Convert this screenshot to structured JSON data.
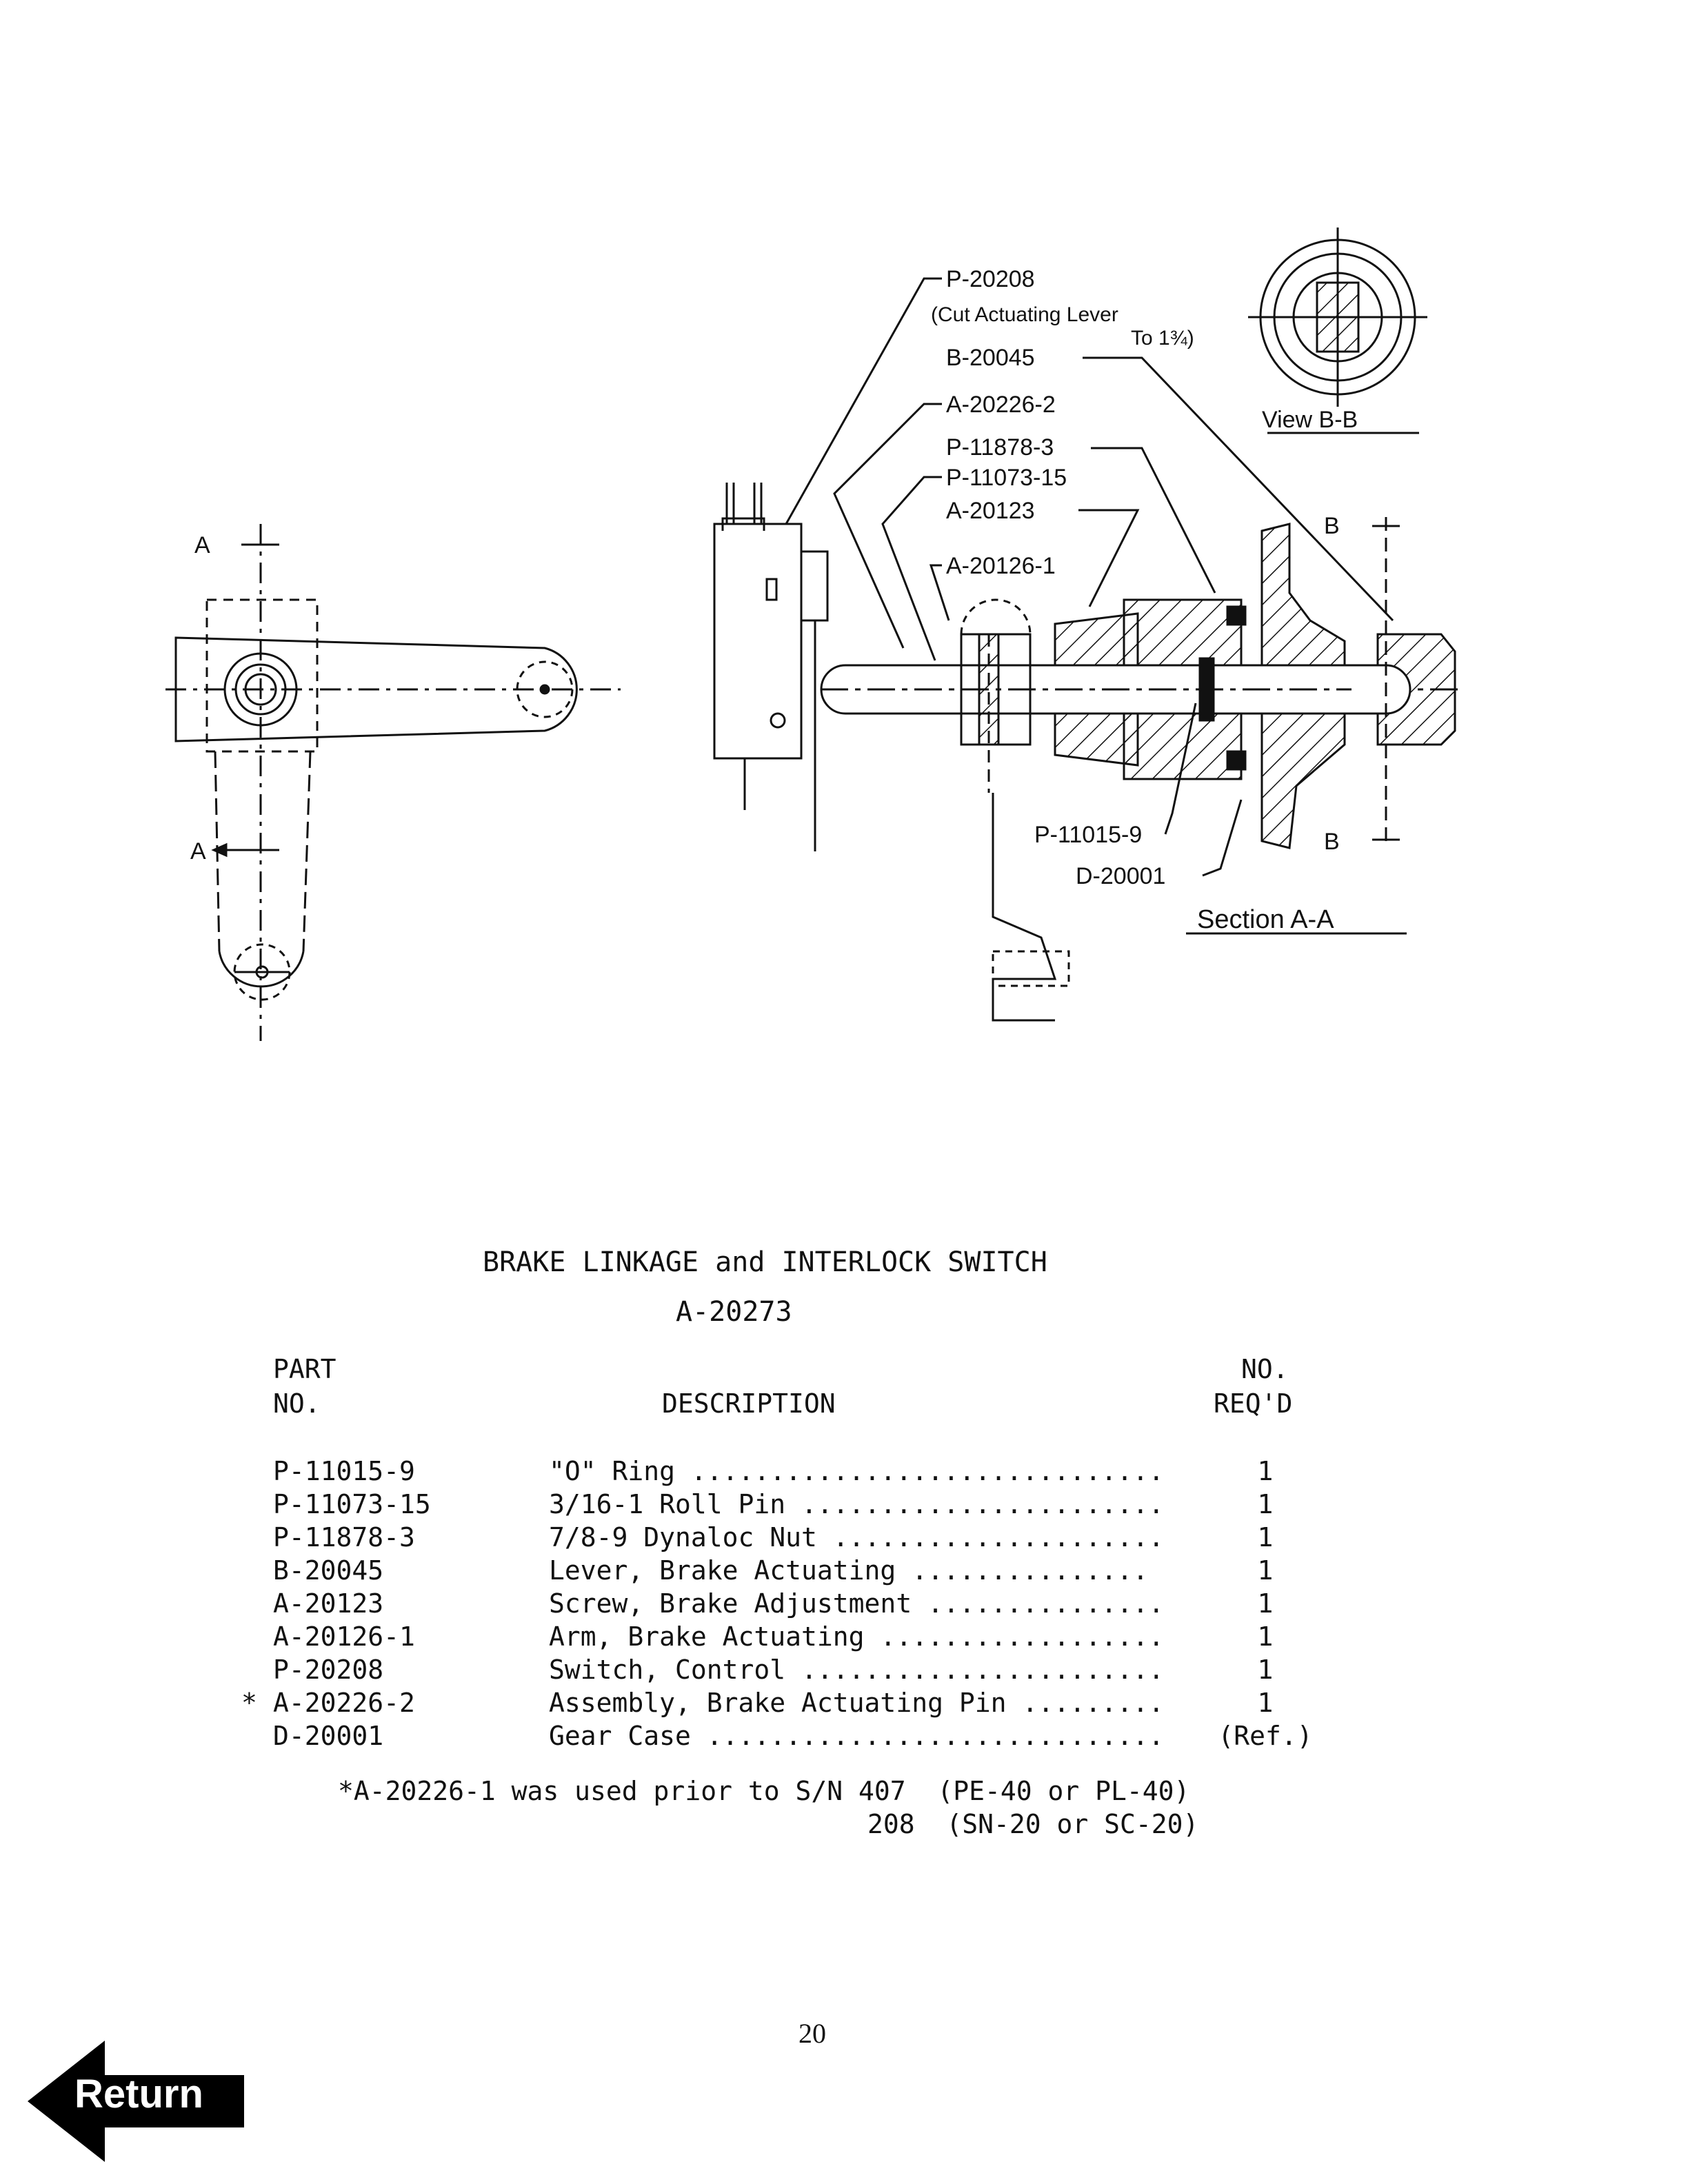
{
  "callouts": {
    "p20208": "P-20208",
    "cut_note_1": "(Cut Actuating Lever",
    "cut_note_2": "To 1¾)",
    "b20045": "B-20045",
    "a20226_2": "A-20226-2",
    "p11878_3": "P-11878-3",
    "p11073_15": "P-11073-15",
    "a20123": "A-20123",
    "a20126_1": "A-20126-1",
    "p11015_9": "P-11015-9",
    "d20001": "D-20001",
    "view_bb": "View B-B",
    "section_aa": "Section A-A",
    "marker_a": "A",
    "marker_b": "B"
  },
  "title": "BRAKE LINKAGE and INTERLOCK SWITCH",
  "assembly_no": "A-20273",
  "table": {
    "header_part_1": "PART",
    "header_part_2": "NO.",
    "header_desc": "DESCRIPTION",
    "header_qty_1": "NO.",
    "header_qty_2": "REQ'D",
    "rows": [
      {
        "mark": "",
        "part": "P-11015-9",
        "desc": "\"O\" Ring ..............................",
        "qty": "1"
      },
      {
        "mark": "",
        "part": "P-11073-15",
        "desc": "3/16-1 Roll Pin .......................",
        "qty": "1"
      },
      {
        "mark": "",
        "part": "P-11878-3",
        "desc": "7/8-9 Dynaloc Nut .....................",
        "qty": "1"
      },
      {
        "mark": "",
        "part": "B-20045",
        "desc": "Lever, Brake Actuating ...............",
        "qty": "1"
      },
      {
        "mark": "",
        "part": "A-20123",
        "desc": "Screw, Brake Adjustment ...............",
        "qty": "1"
      },
      {
        "mark": "",
        "part": "A-20126-1",
        "desc": "Arm, Brake Actuating ..................",
        "qty": "1"
      },
      {
        "mark": "",
        "part": "P-20208",
        "desc": "Switch, Control .......................",
        "qty": "1"
      },
      {
        "mark": "*",
        "part": "A-20226-2",
        "desc": "Assembly, Brake Actuating Pin .........",
        "qty": "1"
      },
      {
        "mark": "",
        "part": "D-20001",
        "desc": "Gear Case .............................",
        "qty": "(Ref.)"
      }
    ]
  },
  "note": {
    "line1": "*A-20226-1 was used prior to S/N 407  (PE-40 or PL-40)",
    "line2": "208  (SN-20 or SC-20)"
  },
  "page_number": "20",
  "return_label": "Return"
}
